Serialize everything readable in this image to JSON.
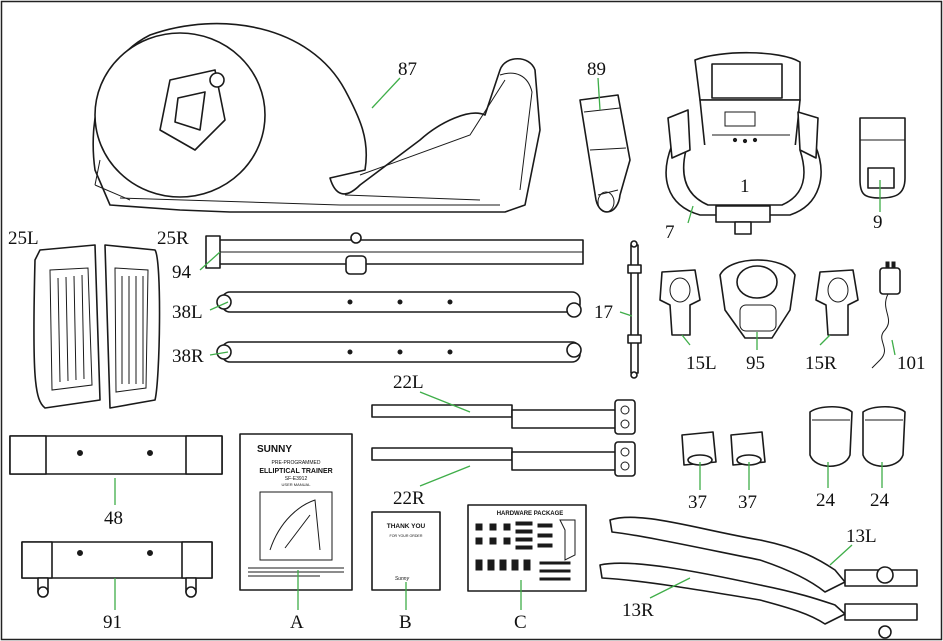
{
  "diagram": {
    "labels": {
      "p87": "87",
      "p89": "89",
      "p1": "1",
      "p7": "7",
      "p9": "9",
      "p25L": "25L",
      "p25R": "25R",
      "p94": "94",
      "p38L": "38L",
      "p38R": "38R",
      "p17": "17",
      "p15L": "15L",
      "p95": "95",
      "p15R": "15R",
      "p101": "101",
      "p22L": "22L",
      "p22R": "22R",
      "p37a": "37",
      "p37b": "37",
      "p24a": "24",
      "p24b": "24",
      "p48": "48",
      "p91": "91",
      "pA": "A",
      "pB": "B",
      "pC": "C",
      "p13L": "13L",
      "p13R": "13R"
    },
    "manual": {
      "brand": "SUNNY",
      "line1": "PRE-PROGRAMMED",
      "line2": "ELLIPTICAL TRAINER",
      "model": "SF-E3912",
      "subtitle": "USER MANUAL"
    },
    "card": {
      "title": "THANK YOU",
      "subtitle": "FOR YOUR ORDER",
      "brand": "Sunny"
    },
    "hardware": {
      "title": "HARDWARE PACKAGE"
    }
  }
}
